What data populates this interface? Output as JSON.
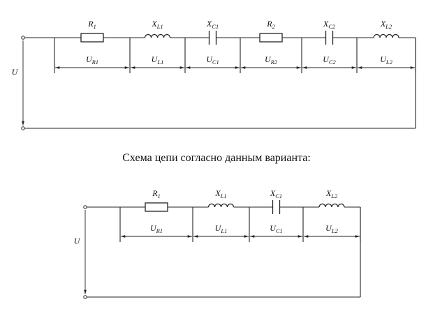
{
  "caption": "Схема цепи согласно данным варианта:",
  "circuit_full": {
    "source_label": "U",
    "elements": [
      {
        "type": "resistor",
        "symbol": "R",
        "sub": "1"
      },
      {
        "type": "inductor",
        "symbol": "X",
        "sub": "L1"
      },
      {
        "type": "capacitor",
        "symbol": "X",
        "sub": "C1"
      },
      {
        "type": "resistor",
        "symbol": "R",
        "sub": "2"
      },
      {
        "type": "capacitor",
        "symbol": "X",
        "sub": "C2"
      },
      {
        "type": "inductor",
        "symbol": "X",
        "sub": "L2"
      }
    ],
    "voltages": [
      {
        "symbol": "U",
        "sub": "R1"
      },
      {
        "symbol": "U",
        "sub": "L1"
      },
      {
        "symbol": "U",
        "sub": "C1"
      },
      {
        "symbol": "U",
        "sub": "R2"
      },
      {
        "symbol": "U",
        "sub": "C2"
      },
      {
        "symbol": "U",
        "sub": "L2"
      }
    ]
  },
  "circuit_variant": {
    "source_label": "U",
    "elements": [
      {
        "type": "resistor",
        "symbol": "R",
        "sub": "1"
      },
      {
        "type": "inductor",
        "symbol": "X",
        "sub": "L1"
      },
      {
        "type": "capacitor",
        "symbol": "X",
        "sub": "C1"
      },
      {
        "type": "inductor",
        "symbol": "X",
        "sub": "L2"
      }
    ],
    "voltages": [
      {
        "symbol": "U",
        "sub": "R1"
      },
      {
        "symbol": "U",
        "sub": "L1"
      },
      {
        "symbol": "U",
        "sub": "C1"
      },
      {
        "symbol": "U",
        "sub": "L2"
      }
    ]
  }
}
